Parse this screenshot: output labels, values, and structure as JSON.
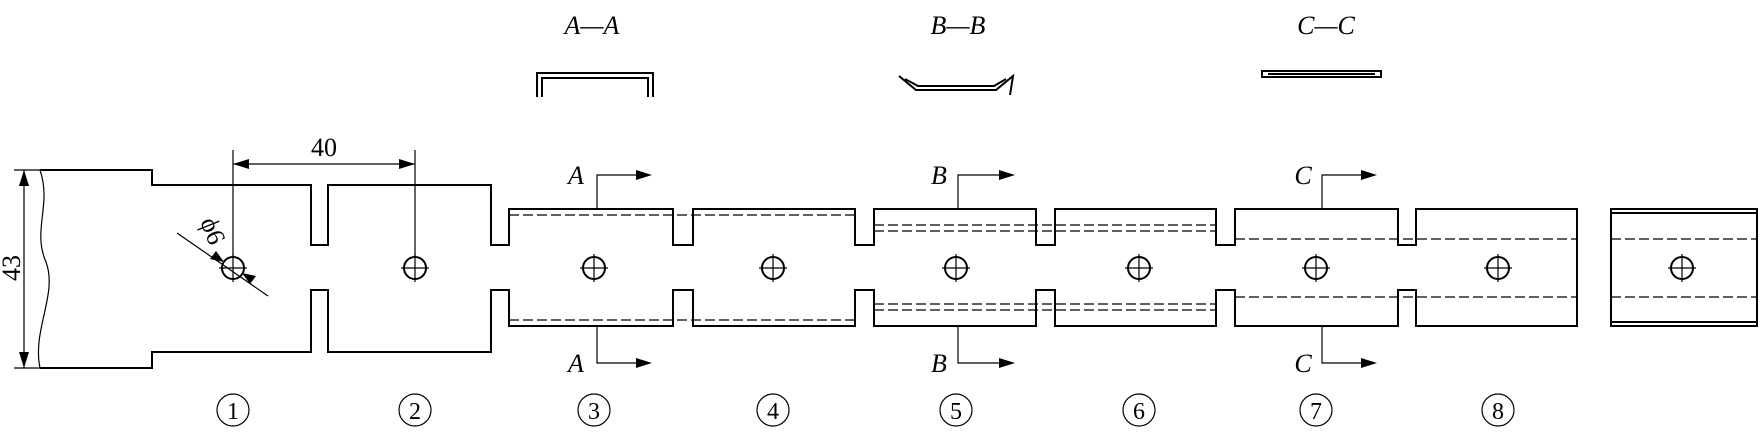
{
  "dimensions": {
    "pitch": "40",
    "width": "43",
    "hole": "ϕ6"
  },
  "sections": [
    {
      "view_title": "A—A",
      "marker_top": "A",
      "marker_bottom": "A"
    },
    {
      "view_title": "B—B",
      "marker_top": "B",
      "marker_bottom": "B"
    },
    {
      "view_title": "C—C",
      "marker_top": "C",
      "marker_bottom": "C"
    }
  ],
  "stations": [
    {
      "label": "1"
    },
    {
      "label": "2"
    },
    {
      "label": "3"
    },
    {
      "label": "4"
    },
    {
      "label": "5"
    },
    {
      "label": "6"
    },
    {
      "label": "7"
    },
    {
      "label": "8"
    }
  ],
  "colors": {
    "ink": "#000000",
    "background": "#ffffff"
  }
}
